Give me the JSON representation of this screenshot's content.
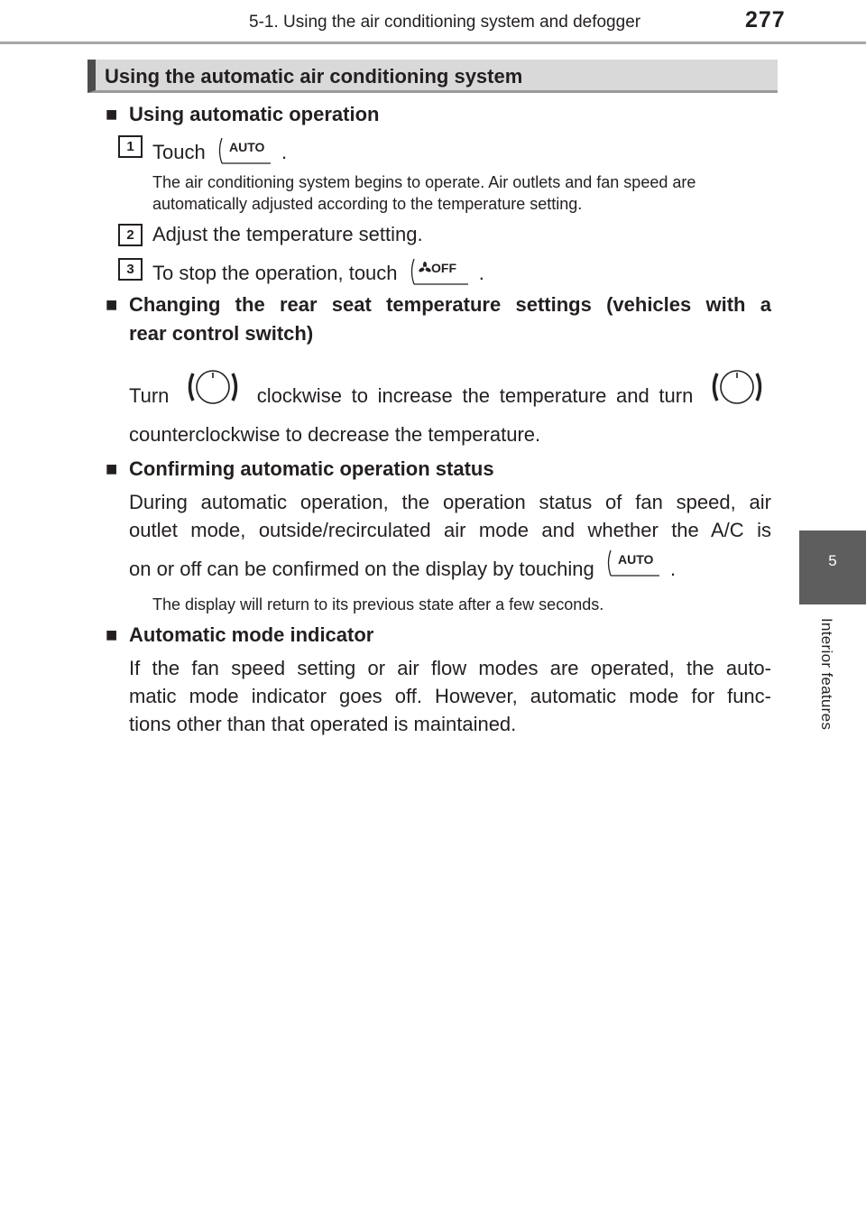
{
  "header": {
    "title": "5-1. Using the air conditioning system and defogger",
    "page_number": "277"
  },
  "side_tab": {
    "number": "5",
    "label": "Interior features"
  },
  "section": {
    "title": "Using the automatic air conditioning system"
  },
  "sub1": {
    "bullet": "■",
    "heading": "Using automatic operation",
    "steps": [
      {
        "num": "1",
        "pre": "Touch",
        "post": "."
      },
      {
        "num": "2",
        "text": "Adjust the temperature setting."
      },
      {
        "num": "3",
        "pre": "To stop the operation, touch",
        "post": "."
      }
    ],
    "note": "The air conditioning system begins to operate. Air outlets and fan speed are automatically adjusted according to the temperature setting."
  },
  "sub2": {
    "bullet": "■",
    "heading_line1": "Changing the rear seat temperature settings (vehicles with a",
    "heading_line2": "rear control switch)",
    "text_turn": "Turn",
    "text_mid": "clockwise to increase the temperature and turn",
    "text_line2": "counterclockwise to decrease the temperature."
  },
  "sub3": {
    "bullet": "■",
    "heading": "Confirming automatic operation status",
    "line1": "During automatic operation, the operation status of fan speed, air",
    "line2": "outlet mode, outside/recirculated air mode and whether the A/C is",
    "line3_pre": "on or off can be confirmed on the display by touching",
    "line3_post": ".",
    "note": "The display will return to its previous state after a few seconds."
  },
  "sub4": {
    "bullet": "■",
    "heading": "Automatic mode indicator",
    "line1": "If the fan speed setting or air flow modes are operated, the auto-",
    "line2": "matic mode indicator goes off. However, automatic mode for func-",
    "line3": "tions other than that operated is maintained."
  },
  "icons": {
    "auto_label": "AUTO",
    "off_label": "OFF"
  }
}
